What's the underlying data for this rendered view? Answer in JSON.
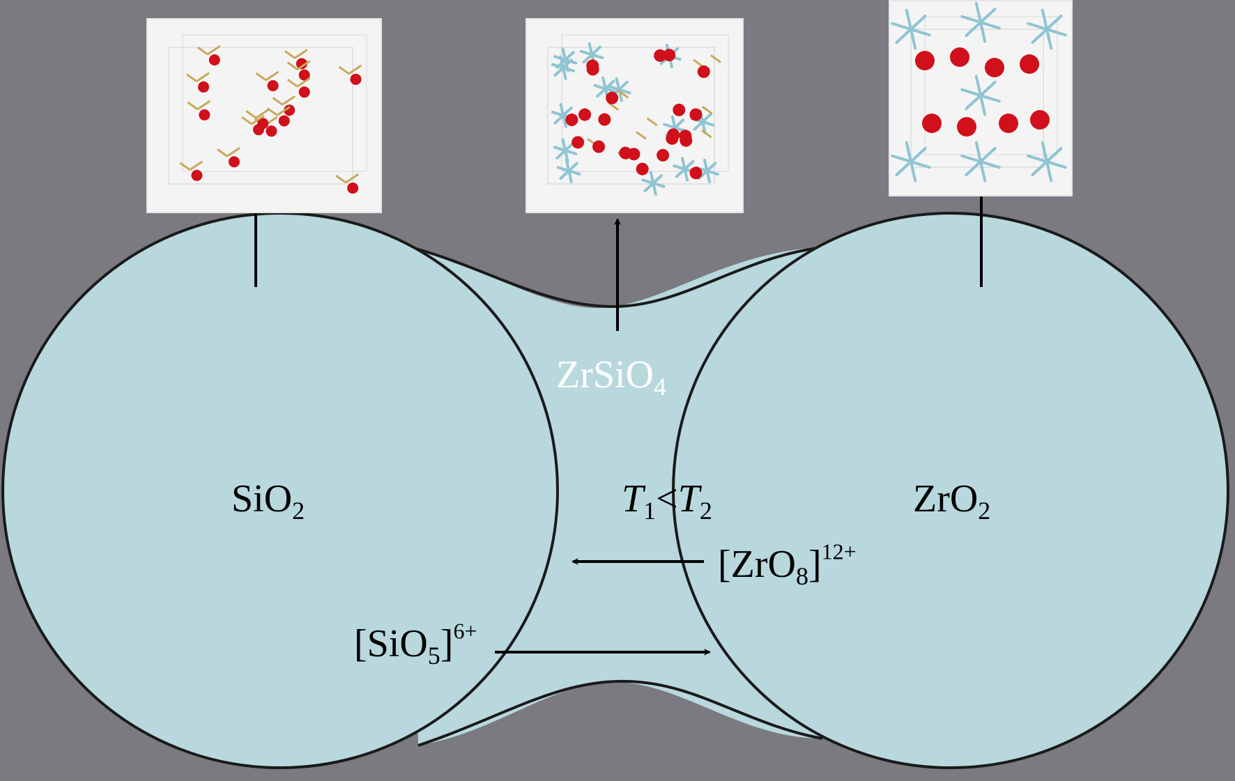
{
  "particles": {
    "left_label": {
      "base": "SiO",
      "sub": "2"
    },
    "right_label": {
      "base": "ZrO",
      "sub": "2"
    }
  },
  "product": {
    "base": "ZrSiO",
    "sub": "4"
  },
  "temperature": {
    "t1": "T",
    "t1_sub": "1",
    "relation": "<",
    "t2": "T",
    "t2_sub": "2"
  },
  "species": {
    "zr": {
      "open": "[ZrO",
      "sub": "8",
      "close": "]",
      "sup": "12+"
    },
    "si": {
      "open": "[SiO",
      "sub": "5",
      "close": "]",
      "sup": "6+"
    }
  },
  "structures": [
    {
      "name": "SiO2 crystal structure"
    },
    {
      "name": "ZrSiO4 crystal structure"
    },
    {
      "name": "ZrO2 crystal structure"
    }
  ],
  "colors": {
    "background": "#7b7a80",
    "particle_fill": "#b8d8de",
    "outline": "#1a1a1a",
    "oxygen": "#d0101a",
    "silicon": "#c9a85a",
    "zirconium": "#8fc4d2"
  }
}
